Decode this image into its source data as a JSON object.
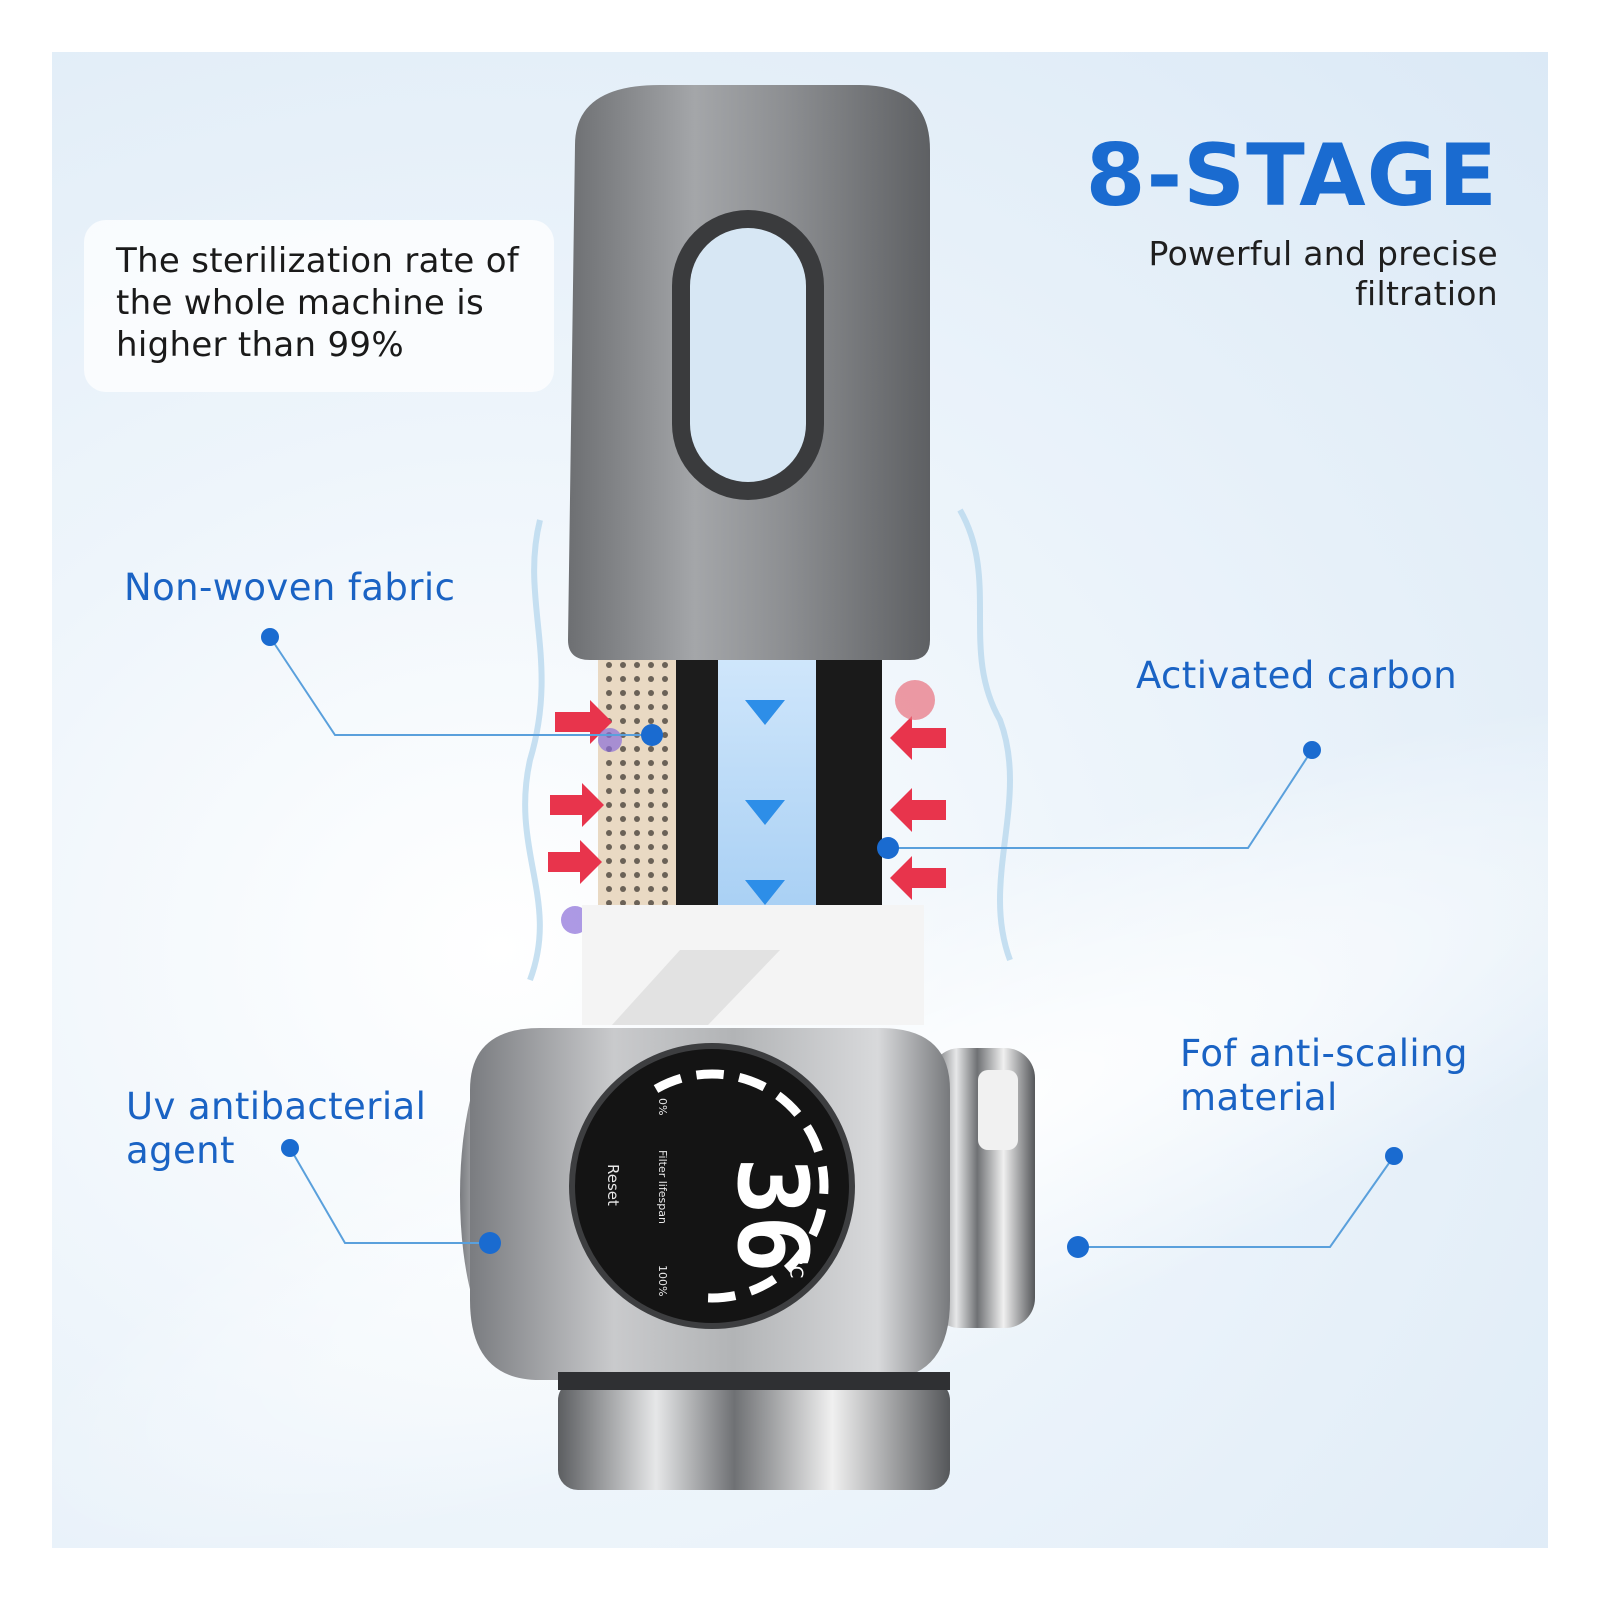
{
  "headline": {
    "title": "8-STAGE",
    "subtitle": "Powerful and precise filtration"
  },
  "note": {
    "text": "The sterilization rate of the whole machine is higher than 99%"
  },
  "callouts": {
    "nonwoven": "Non-woven fabric",
    "carbon": "Activated carbon",
    "uv": "Uv antibacterial agent",
    "fof": "Fof anti-scaling material"
  },
  "display": {
    "temperature": "36",
    "unit": "°C",
    "scale_min": "0%",
    "scale_max": "100%",
    "lifespan_label": "Filter lifespan",
    "reset_label": "Reset"
  },
  "colors": {
    "accent": "#1a6bd0",
    "label_blue": "#1a63c4",
    "line_blue": "#5aa0dc",
    "arrow_red": "#e8344c"
  }
}
